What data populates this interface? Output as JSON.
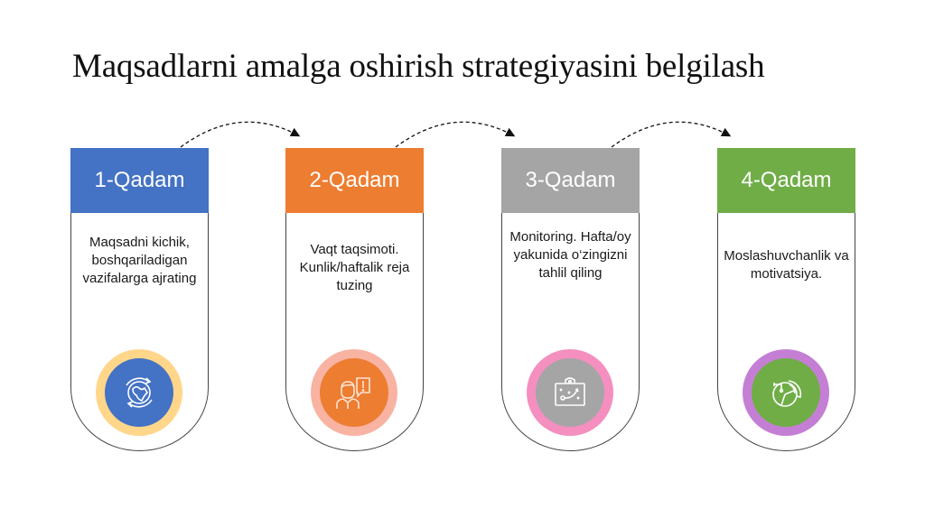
{
  "title": "Maqsadlarni amalga oshirish strategiyasini belgilash",
  "steps": [
    {
      "label": "1-Qadam",
      "text": "Maqsadni kichik, boshqariladigan vazifalarga ajrating",
      "icon": "globe-refresh-icon",
      "header_color": "#4472C4",
      "disc_color": "#4472C4",
      "ring_color": "#FFD68A"
    },
    {
      "label": "2-Qadam",
      "text": "Vaqt taqsimoti. Kunlik/haftalik reja tuzing",
      "icon": "person-alert-icon",
      "header_color": "#ED7D31",
      "disc_color": "#ED7D31",
      "ring_color": "#F8B3A3"
    },
    {
      "label": "3-Qadam",
      "text": "Monitoring. Hafta/oy yakunida o‘zingizni tahlil qiling",
      "icon": "strategy-board-icon",
      "header_color": "#A5A5A5",
      "disc_color": "#A5A5A5",
      "ring_color": "#F48FBF"
    },
    {
      "label": "4-Qadam",
      "text": "Moslashuvchanlik va motivatsiya.",
      "icon": "radar-chart-icon",
      "header_color": "#70AD47",
      "disc_color": "#70AD47",
      "ring_color": "#C47FD5"
    }
  ]
}
